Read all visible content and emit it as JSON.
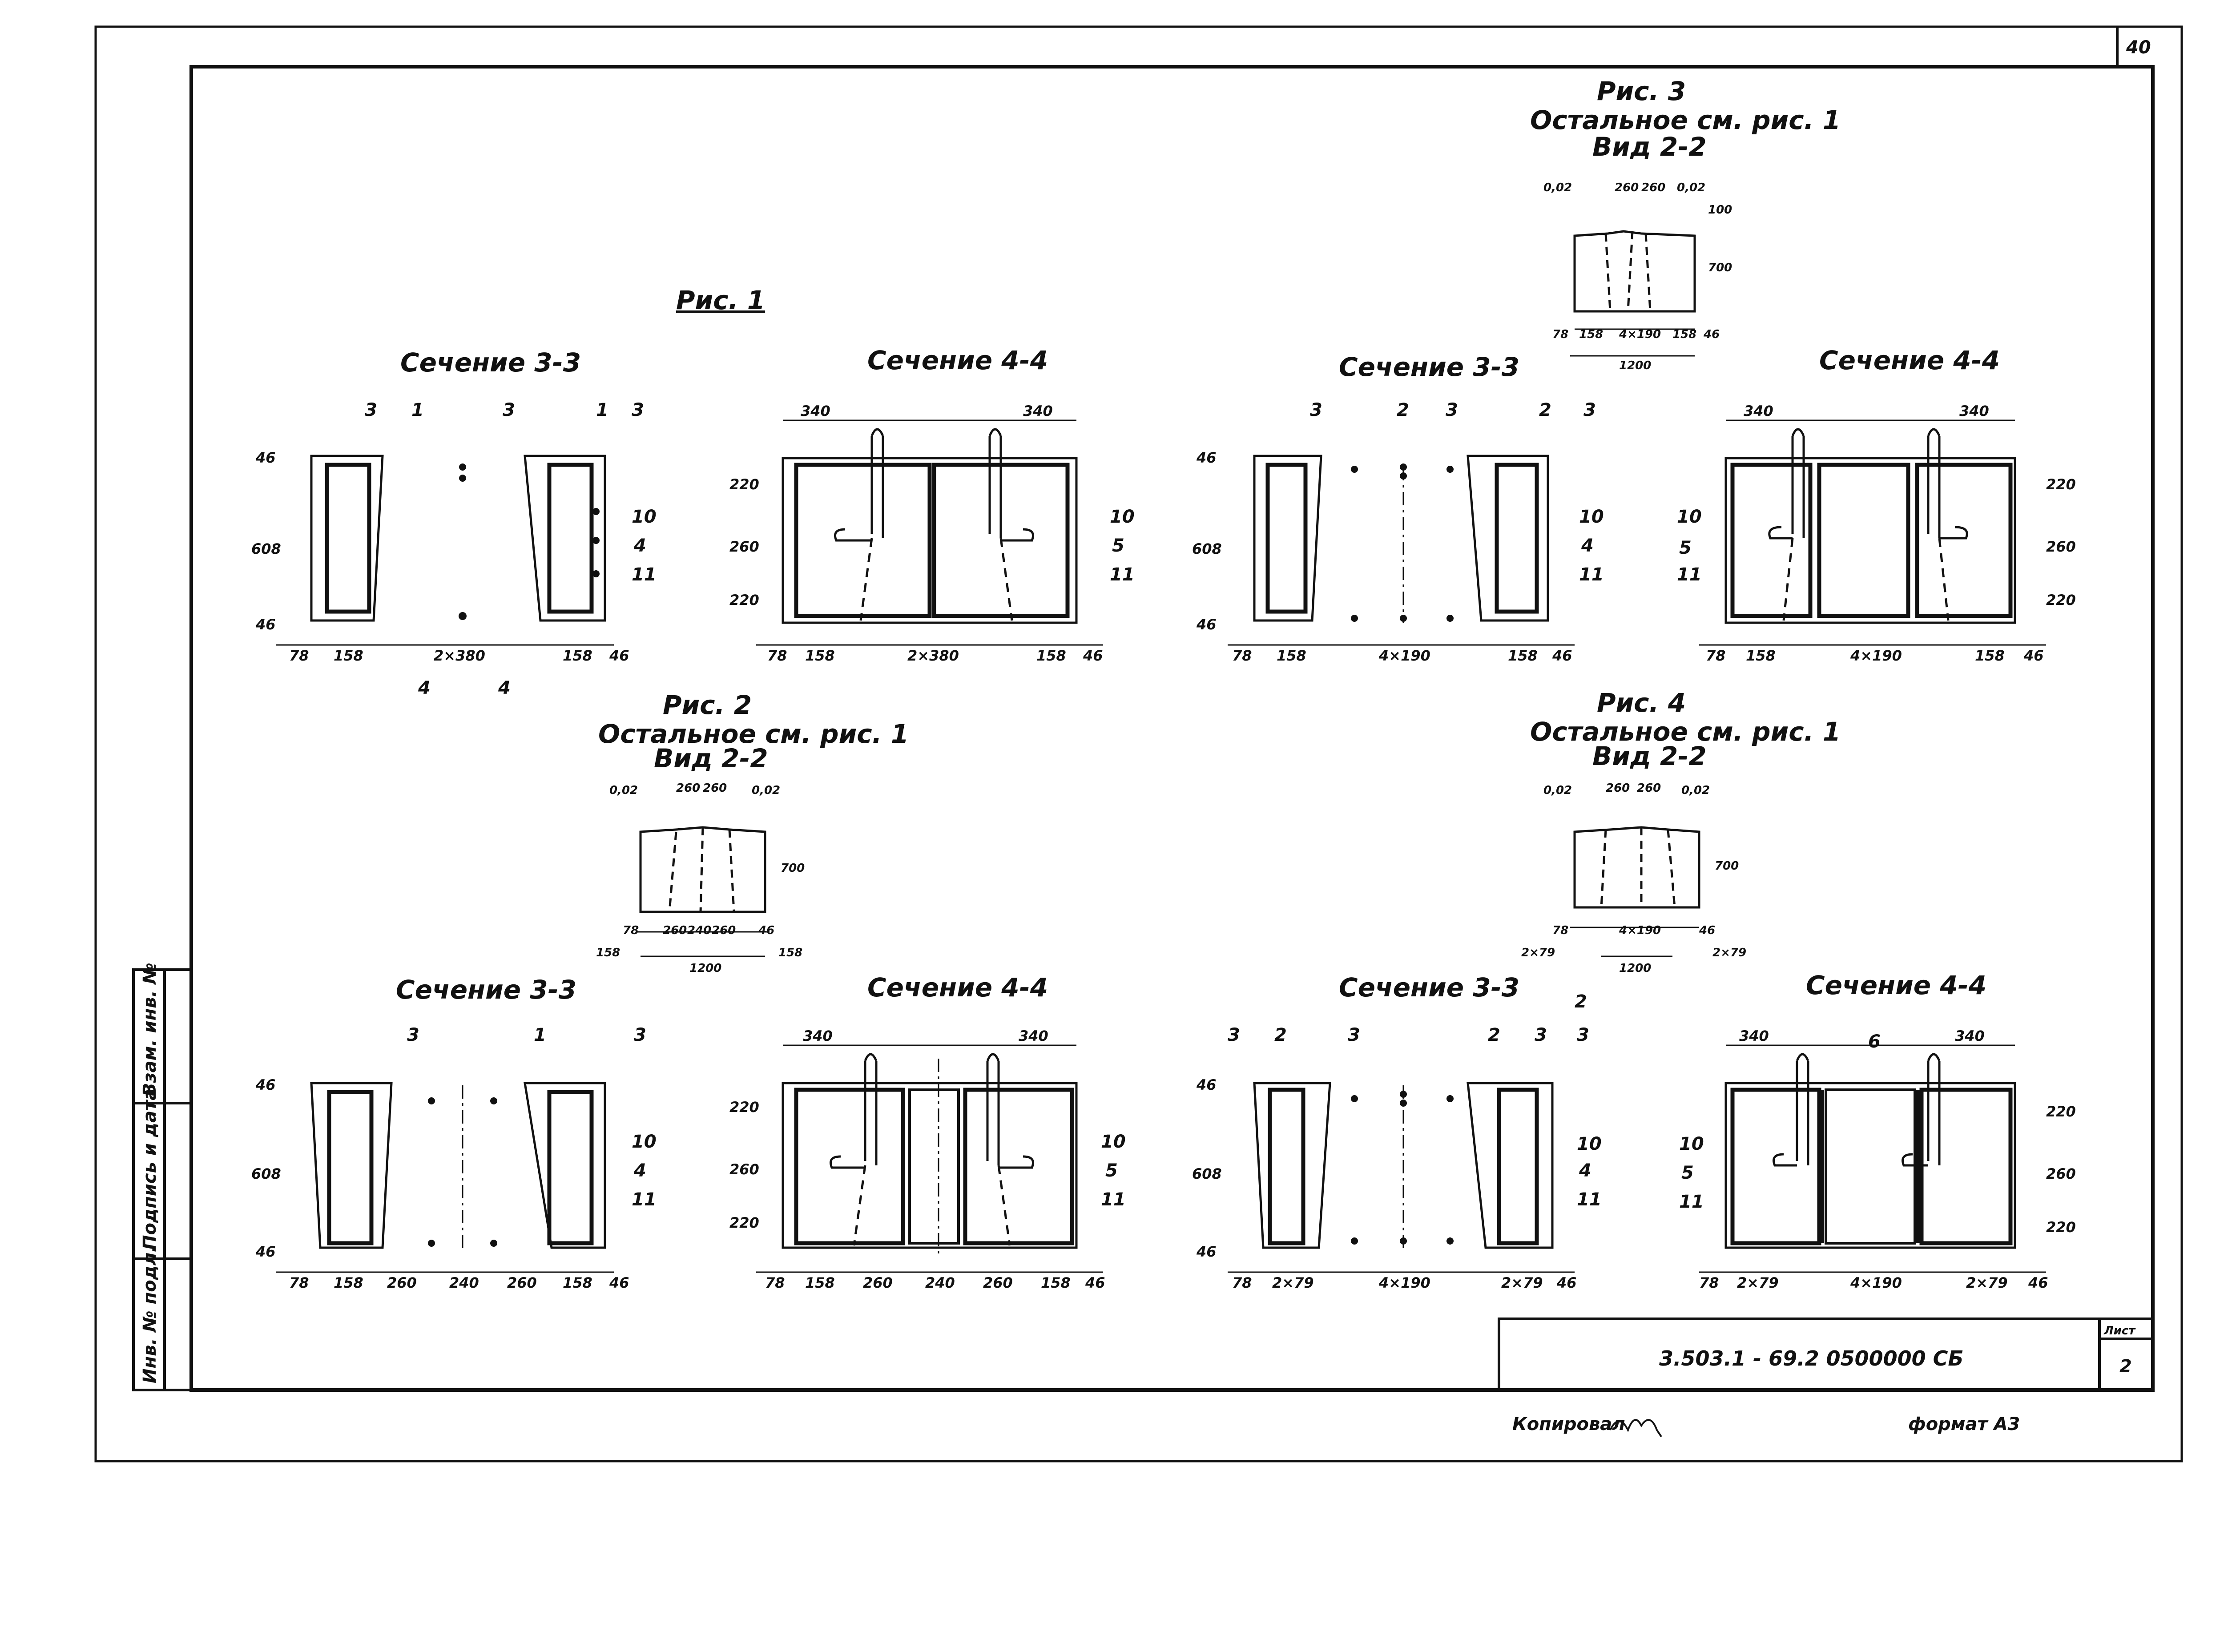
{
  "sheet": {
    "page_number": "40",
    "stamp_code": "3.503.1 - 69.2  0500000 СБ",
    "sheet_label": "Лист",
    "sheet_number": "2",
    "copied_by": "Копировал",
    "format": "формат А3",
    "side_column": [
      "Инв. № подл.",
      "Подпись и дата",
      "Взам. инв. №"
    ]
  },
  "figures": {
    "ris1": {
      "title": "Рис. 1"
    },
    "ris2": {
      "title": "Рис. 2",
      "note": "Остальное см. рис. 1",
      "view": "Вид 2-2"
    },
    "ris3": {
      "title": "Рис. 3",
      "note": "Остальное см. рис. 1",
      "view": "Вид 2-2"
    },
    "ris4": {
      "title": "Рис. 4",
      "note": "Остальное см. рис. 1",
      "view": "Вид 2-2"
    }
  },
  "sections": {
    "s33": "Сечение 3-3",
    "s44": "Сечение 4-4"
  },
  "callouts": {
    "c1": "1",
    "c2": "2",
    "c3": "3",
    "c4": "4",
    "c5": "5",
    "c6": "6",
    "c10": "10",
    "c11": "11"
  },
  "dims": {
    "d46": "46",
    "d608": "608",
    "d78": "78",
    "d158": "158",
    "d2x380": "2×380",
    "d4x190": "4×190",
    "d340": "340",
    "d220": "220",
    "d260": "260",
    "d240": "240",
    "d700": "700",
    "d1200": "1200",
    "d002": "0,02",
    "d2x79": "2×79",
    "d100": "100",
    "d190": "190"
  }
}
